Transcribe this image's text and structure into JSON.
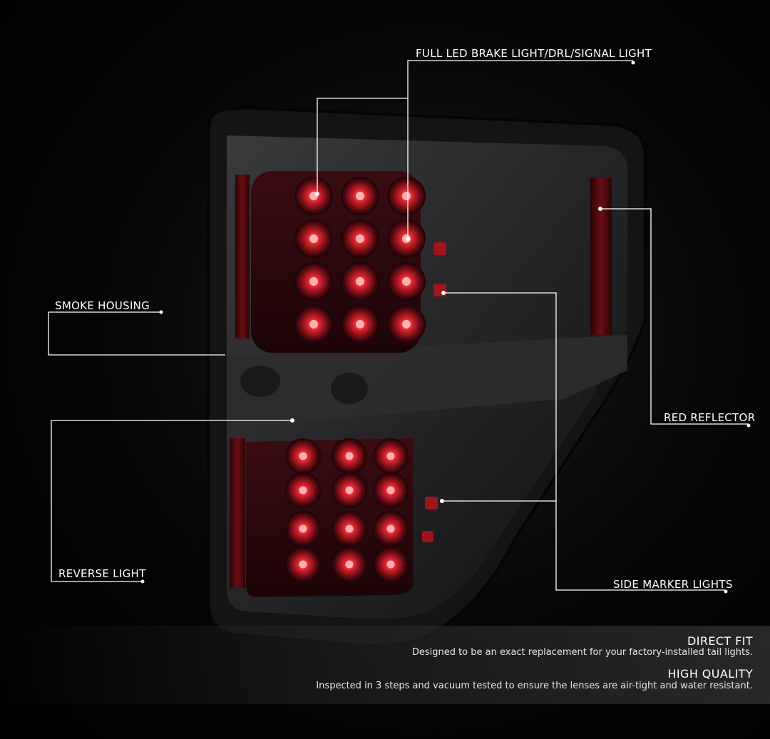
{
  "callouts": {
    "brake": "FULL LED BRAKE LIGHT/DRL/SIGNAL LIGHT",
    "smoke": "SMOKE HOUSING",
    "reflector": "RED REFLECTOR",
    "reverse": "REVERSE LIGHT",
    "marker": "SIDE MARKER LIGHTS"
  },
  "features": [
    {
      "title": "DIRECT FIT",
      "description": "Designed to be an exact replacement for your factory-installed tail lights."
    },
    {
      "title": "HIGH QUALITY",
      "description": "Inspected in 3 steps and vacuum tested to ensure the lenses are air-tight and water resistant."
    }
  ],
  "colors": {
    "background": "#000000",
    "led_red": "#d0202a",
    "housing_smoke": "#2a2a2c",
    "callout_line": "#ffffff"
  }
}
